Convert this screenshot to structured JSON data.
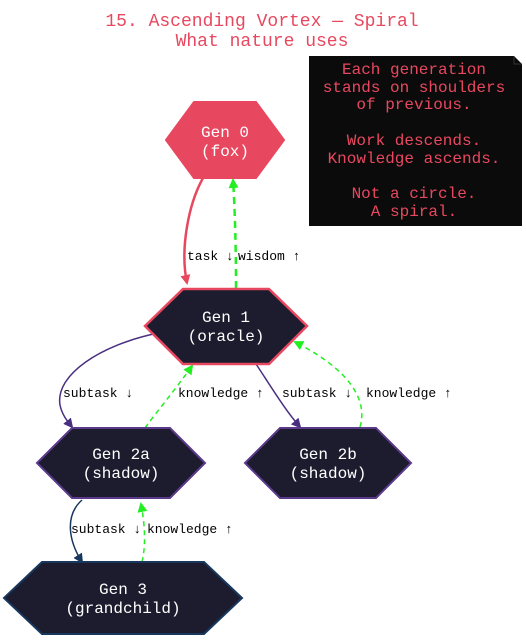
{
  "title": {
    "line1": "15. Ascending Vortex — Spiral",
    "line2": "What nature uses",
    "color": "#e8485f"
  },
  "note": {
    "lines": [
      "Each generation",
      "stands on shoulders",
      "of previous.",
      "",
      "Work descends.",
      "Knowledge ascends.",
      "",
      "Not a circle.",
      "A spiral."
    ],
    "background": "#0b0b0b",
    "text_color": "#e8485f"
  },
  "nodes": {
    "gen0": {
      "line1": "Gen 0",
      "line2": "(fox)",
      "fill": "#e8485f",
      "stroke": "#e8485f",
      "text_color": "#ffffff"
    },
    "gen1": {
      "line1": "Gen 1",
      "line2": "(oracle)",
      "fill": "#1c1c2e",
      "stroke": "#e8485f",
      "text_color": "#ffffff"
    },
    "gen2a": {
      "line1": "Gen 2a",
      "line2": "(shadow)",
      "fill": "#1c1c2e",
      "stroke": "#5b3a8c",
      "text_color": "#ffffff"
    },
    "gen2b": {
      "line1": "Gen 2b",
      "line2": "(shadow)",
      "fill": "#1c1c2e",
      "stroke": "#5b3a8c",
      "text_color": "#ffffff"
    },
    "gen3": {
      "line1": "Gen 3",
      "line2": "(grandchild)",
      "fill": "#1c1c2e",
      "stroke": "#17375e",
      "text_color": "#ffffff"
    }
  },
  "edges": {
    "task": {
      "label": "task ↓",
      "color": "#e8485f"
    },
    "wisdom": {
      "label": "wisdom ↑",
      "color": "#22ee22"
    },
    "subtask_2a": {
      "label": "subtask ↓",
      "color": "#4a2f80"
    },
    "knowledge_2a": {
      "label": "knowledge ↑",
      "color": "#22ee22"
    },
    "subtask_2b": {
      "label": "subtask ↓",
      "color": "#4a2f80"
    },
    "knowledge_2b": {
      "label": "knowledge ↑",
      "color": "#22ee22"
    },
    "subtask_3": {
      "label": "subtask ↓",
      "color": "#17375e"
    },
    "knowledge_3": {
      "label": "knowledge ↑",
      "color": "#22ee22"
    }
  }
}
